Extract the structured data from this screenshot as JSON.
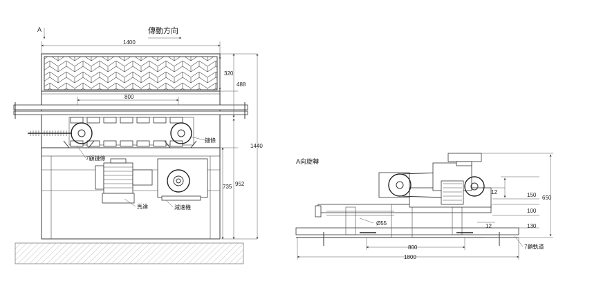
{
  "side_view": {
    "label_a": "A",
    "flow_direction": "傳動方向",
    "dim_width": "1400",
    "dim_320": "320",
    "dim_488": "488",
    "dim_800": "800",
    "dim_1440": "1440",
    "dim_735": "735",
    "dim_952": "952",
    "label_sprocket": "7顧鏈條",
    "label_chain": "鏈條",
    "label_motor": "馬達",
    "label_reducer": "減速機"
  },
  "view_a": {
    "title": "A向旋轉",
    "dim_650": "650",
    "dim_150": "150",
    "dim_12_top": "12",
    "dim_100": "100",
    "dim_12_bottom": "12",
    "dim_130": "130",
    "dim_shaft": "Ø55",
    "dim_800": "800",
    "dim_1800": "1800",
    "label_rail": "7顧軌道"
  },
  "colors": {
    "line": "#333333",
    "fill": "#e6e6e6"
  }
}
